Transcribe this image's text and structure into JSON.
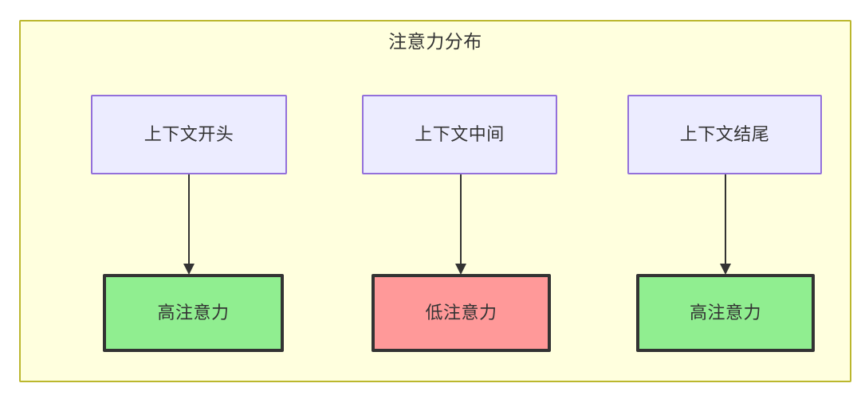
{
  "diagram": {
    "title": "注意力分布",
    "background_color": "#ffffff",
    "container": {
      "fill": "#ffffde",
      "stroke": "#bbb72e"
    },
    "nodes": [
      {
        "id": "ctx-start",
        "label": "上下文开头",
        "role": "context",
        "fill": "#ececff",
        "stroke": "#9370db"
      },
      {
        "id": "ctx-middle",
        "label": "上下文中间",
        "role": "context",
        "fill": "#ececff",
        "stroke": "#9370db"
      },
      {
        "id": "ctx-end",
        "label": "上下文结尾",
        "role": "context",
        "fill": "#ececff",
        "stroke": "#9370db"
      },
      {
        "id": "attn-high-start",
        "label": "高注意力",
        "role": "outcome",
        "level": "high",
        "fill": "#90ee90",
        "stroke": "#333333"
      },
      {
        "id": "attn-low-middle",
        "label": "低注意力",
        "role": "outcome",
        "level": "low",
        "fill": "#ff9999",
        "stroke": "#333333"
      },
      {
        "id": "attn-high-end",
        "label": "高注意力",
        "role": "outcome",
        "level": "high",
        "fill": "#90ee90",
        "stroke": "#333333"
      }
    ],
    "edges": [
      {
        "id": "edge-1",
        "from": "ctx-start",
        "to": "attn-high-start",
        "arrow": "down-arrow",
        "color": "#333333"
      },
      {
        "id": "edge-2",
        "from": "ctx-middle",
        "to": "attn-low-middle",
        "arrow": "down-arrow",
        "color": "#333333"
      },
      {
        "id": "edge-3",
        "from": "ctx-end",
        "to": "attn-high-end",
        "arrow": "down-arrow",
        "color": "#333333"
      }
    ]
  }
}
